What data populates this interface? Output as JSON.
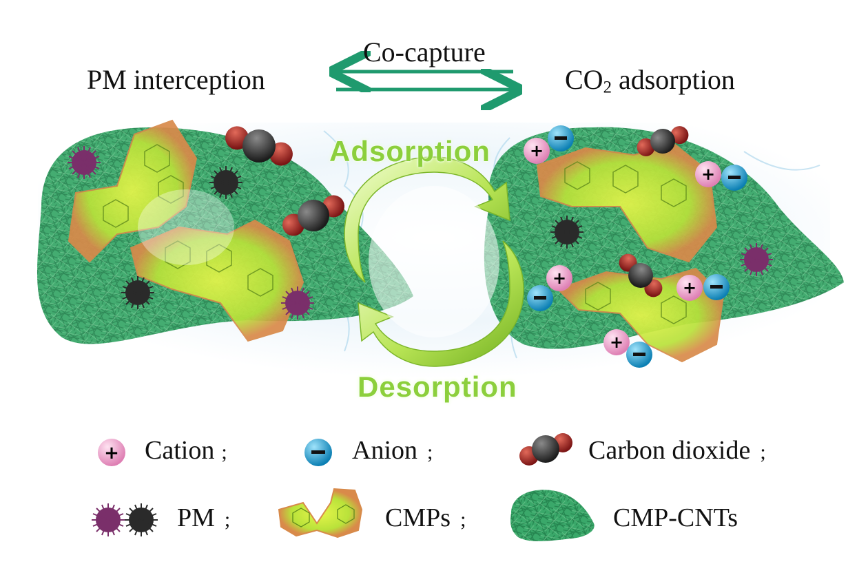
{
  "header": {
    "left": "PM interception",
    "center": "Co-capture",
    "right_prefix": "CO",
    "right_sub": "2",
    "right_suffix": " adsorption"
  },
  "cycle": {
    "top": "Adsorption",
    "bottom": "Desorption"
  },
  "legend": {
    "cation": "Cation",
    "anion": "Anion",
    "co2": "Carbon dioxide",
    "pm": "PM",
    "cmps": "CMPs",
    "cmp_cnts": "CMP-CNTs",
    "separator": ";"
  },
  "colors": {
    "arrow": "#1f9a6e",
    "mesh": "#2e9a62",
    "molecule": "#c8e83a",
    "cation": "#f2a7cf",
    "anion": "#1aa6d8",
    "co2_carbon": "#333333",
    "co2_oxygen": "#a82424",
    "pm_purple": "#7a2f6a",
    "pm_black": "#2a2a2a",
    "cycle_text": "#8ccf3c"
  }
}
